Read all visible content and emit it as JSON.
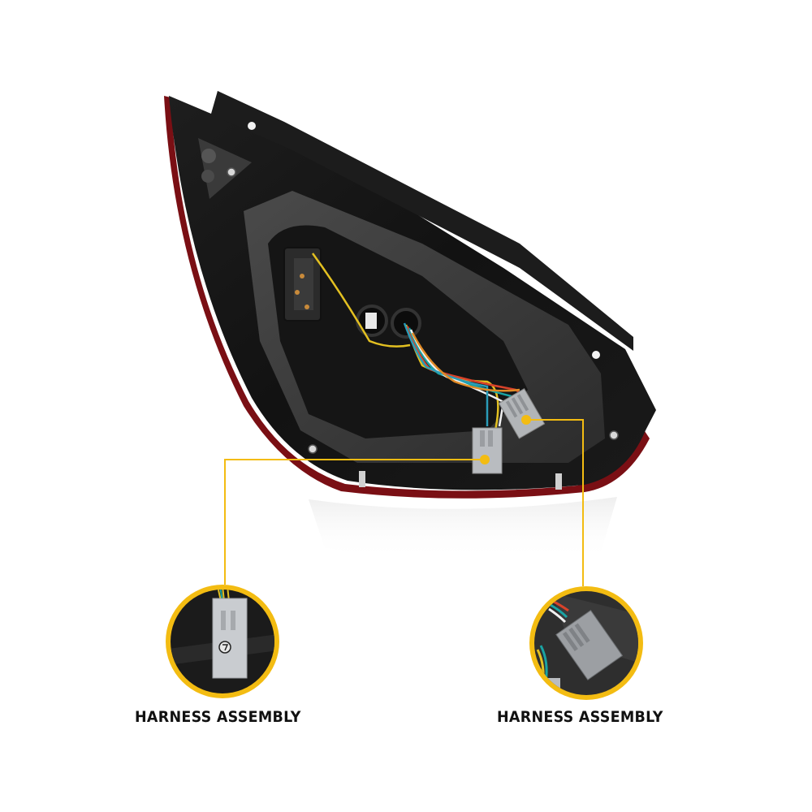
{
  "product": {
    "name": "tail light housing (rear view)",
    "callouts": [
      {
        "id": "left",
        "label": "HARNESS ASSEMBLY",
        "inset_subject": "white rectangular connector with circled number marking",
        "inset_marking": "7"
      },
      {
        "id": "right",
        "label": "HARNESS ASSEMBLY",
        "inset_subject": "grey multi-pin connector with colored wires"
      }
    ]
  },
  "colors": {
    "accent": "#F3BC12",
    "housing": "#141414",
    "housing_mid": "#2a2a2a",
    "panel_grey": "#3c3c3c",
    "lens_red": "#7a0f14",
    "connector_grey": "#b9bcc0",
    "label_text": "#111111",
    "background": "#ffffff"
  }
}
